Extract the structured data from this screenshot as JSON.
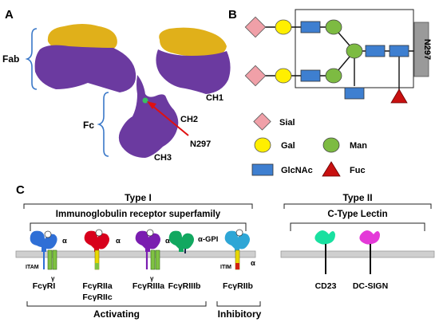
{
  "panels": {
    "a": {
      "label": "A",
      "fab": "Fab",
      "fc": "Fc",
      "ch1": "CH1",
      "ch2": "CH2",
      "ch3": "CH3",
      "site": "N297"
    },
    "b": {
      "label": "B",
      "site": "N297"
    },
    "c": {
      "label": "C"
    }
  },
  "legend": {
    "sial": "Sial",
    "gal": "Gal",
    "man": "Man",
    "glcnac": "GlcNAc",
    "fuc": "Fuc"
  },
  "type1": {
    "title": "Type I",
    "subtitle": "Immunoglobulin receptor superfamily"
  },
  "type2": {
    "title": "Type II",
    "subtitle": "C-Type Lectin"
  },
  "receptors": {
    "fcgri": "FcγRI",
    "fcgriia": "FcγRIIa",
    "fcgriic": "FcγRIIc",
    "fcgriiia": "FcγRIIIa",
    "fcgriiib": "FcγRIIIb",
    "fcgriib": "FcγRIIb",
    "cd23": "CD23",
    "dcsign": "DC-SIGN"
  },
  "small": {
    "alpha": "α",
    "gamma": "γ",
    "agpi": "α-GPI",
    "itam": "ITAM",
    "itim": "ITIM"
  },
  "groups": {
    "activating": "Activating",
    "inhibitory": "Inhibitory"
  },
  "colors": {
    "purple": "#6b3aa0",
    "gold": "#e0b01a",
    "red": "#e01010",
    "blue": "#3e7fd0",
    "sial": "#f0a0a8",
    "gal": "#ffef00",
    "man": "#7dbb42",
    "fuc": "#c81010",
    "membrane": "#cfcfcf",
    "fcgri": "#2f6fd6",
    "fcgriia": "#d8001c",
    "fcgriiia": "#7a1db0",
    "fcgriiib": "#12a860",
    "fcgriib": "#2ea6d6",
    "cd23": "#19e0a0",
    "dcsign": "#e43ad8",
    "itamGreen": "#7fc242",
    "itimOrange": "#ea9a20"
  }
}
